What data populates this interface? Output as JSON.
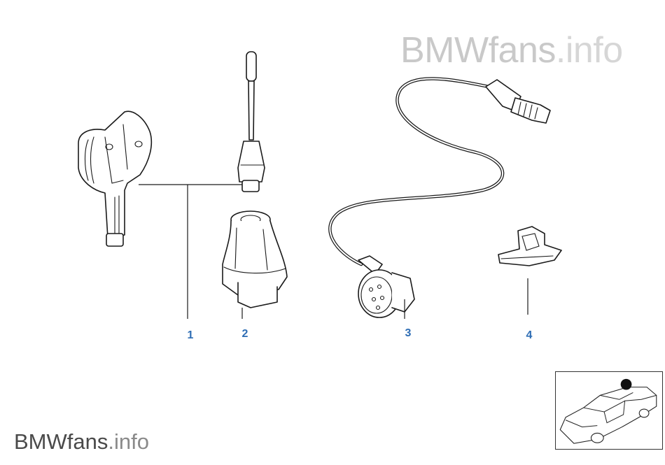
{
  "watermark": {
    "brand": "BMWfans",
    "suffix": ".info"
  },
  "callouts": [
    {
      "label": "1",
      "part": "antenna-mast-tool"
    },
    {
      "label": "2",
      "part": "antenna-base"
    },
    {
      "label": "3",
      "part": "antenna-cable"
    },
    {
      "label": "4",
      "part": "cable-clip"
    }
  ],
  "colors": {
    "callout": "#2e6db4",
    "line": "#1a1a1a",
    "watermark": "#c9c9c9"
  },
  "icons": {
    "locator": "car-locator-icon"
  }
}
